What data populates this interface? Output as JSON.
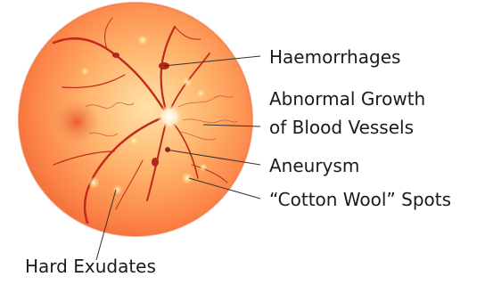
{
  "labels": {
    "haemorrhages": "Haemorrhages",
    "abnormal_growth_line1": "Abnormal Growth",
    "abnormal_growth_line2": "of Blood Vessels",
    "aneurysm": "Aneurysm",
    "cotton_wool": "“Cotton Wool” Spots",
    "hard_exudates": "Hard Exudates"
  },
  "colors": {
    "retina_center": "#ffd79a",
    "retina_mid": "#ff9f5e",
    "retina_edge": "#f26b3a",
    "vessel": "#c0281d",
    "exudate": "#ffe78a",
    "leader_line": "#333333"
  }
}
